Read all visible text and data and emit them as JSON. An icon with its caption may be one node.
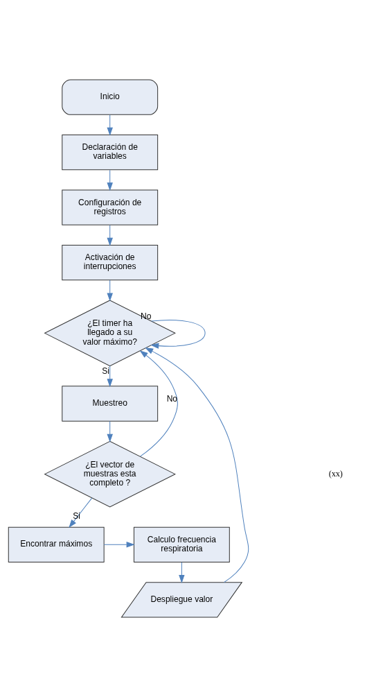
{
  "diagram": {
    "nodes": [
      {
        "text": [
          "Inicio"
        ]
      },
      {
        "text": [
          "Declaración de variables"
        ]
      },
      {
        "text": [
          "Configuración de registros"
        ]
      },
      {
        "text": [
          "Activación de interrupciones"
        ]
      },
      {
        "text": [
          "¿El timer ha llegado a su valor máximo?"
        ]
      },
      {
        "text": [
          "Muestreo"
        ]
      },
      {
        "text": [
          "¿El vector de muestras esta completo ?"
        ]
      },
      {
        "text": [
          "Encontrar máximos"
        ]
      },
      {
        "text": [
          "Calculo frecuencia respiratoria"
        ]
      },
      {
        "text": [
          "Despliegue valor"
        ]
      }
    ],
    "edges": [
      {
        "from": 0,
        "to": 1,
        "arrow": "to"
      },
      {
        "from": 1,
        "to": 2,
        "arrow": "to"
      },
      {
        "from": 2,
        "to": 3,
        "arrow": "to"
      },
      {
        "from": 3,
        "to": 4,
        "arrow": "to"
      },
      {
        "from": 4,
        "to": 4,
        "arrow": "to",
        "label": "No"
      },
      {
        "from": 4,
        "to": 5,
        "arrow": "to",
        "label": "Si"
      },
      {
        "from": 5,
        "to": 6,
        "arrow": "to"
      },
      {
        "from": 6,
        "to": 4,
        "arrow": "to",
        "label": "No"
      },
      {
        "from": 6,
        "to": 7,
        "arrow": "to",
        "label": "Si"
      },
      {
        "from": 7,
        "to": 8,
        "arrow": "to"
      },
      {
        "from": 8,
        "to": 9,
        "arrow": "to"
      },
      {
        "from": 9,
        "to": 4,
        "arrow": "to"
      }
    ],
    "labels": [
      "(xx)"
    ]
  }
}
